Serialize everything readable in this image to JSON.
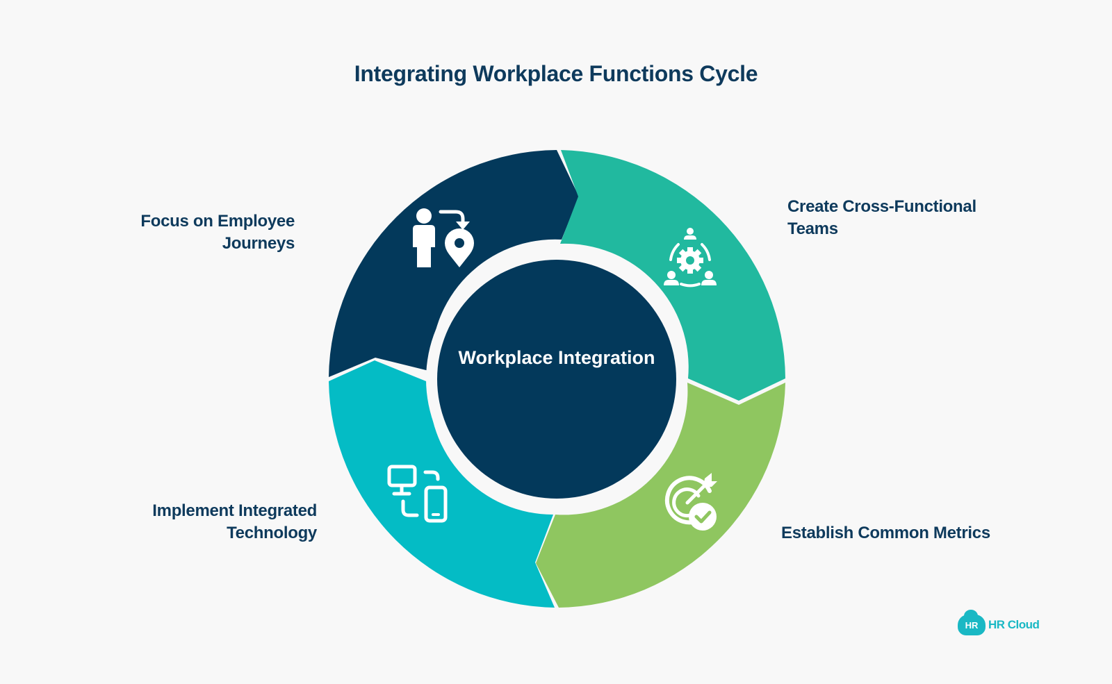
{
  "title": "Integrating Workplace Functions Cycle",
  "center": {
    "label": "Workplace Integration"
  },
  "steps": [
    {
      "lines": [
        "Focus on Employee",
        "Journeys"
      ],
      "color": "#03395b",
      "icon": "person-map-pin-icon"
    },
    {
      "lines": [
        "Create Cross-Functional",
        "Teams"
      ],
      "color": "#21b99f",
      "icon": "team-gear-icon"
    },
    {
      "lines": [
        "Establish Common Metrics"
      ],
      "color": "#8fc660",
      "icon": "target-check-icon"
    },
    {
      "lines": [
        "Implement Integrated",
        "Technology"
      ],
      "color": "#04bcc5",
      "icon": "computer-phone-icon"
    }
  ],
  "logo": {
    "badge": "HR",
    "text": "HR Cloud",
    "color": "#1ab8c4"
  }
}
